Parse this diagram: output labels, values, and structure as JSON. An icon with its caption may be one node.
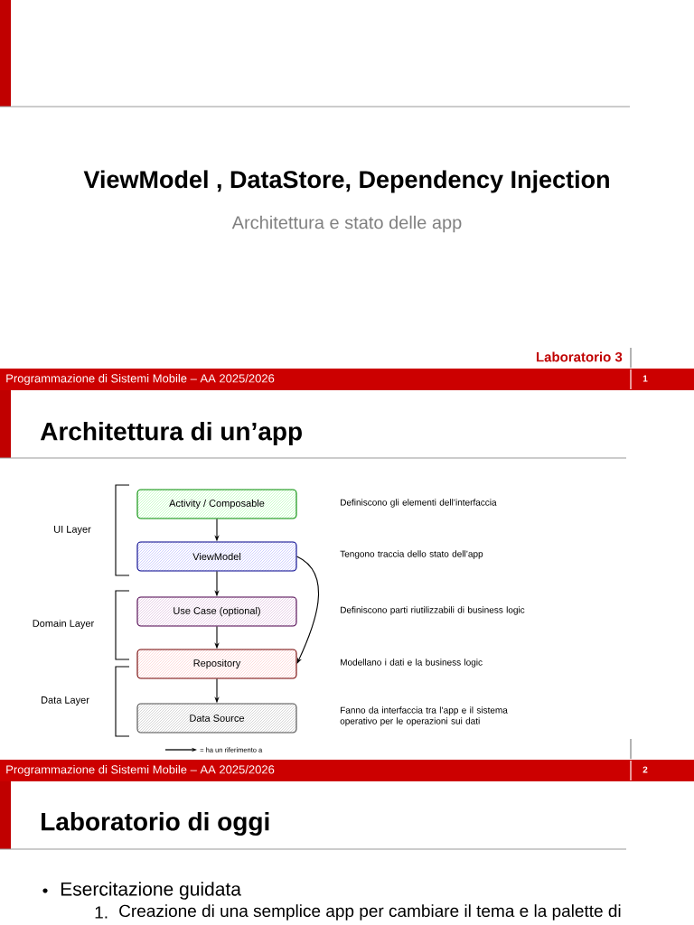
{
  "diagram": {
    "nodes": [
      {
        "text": [
          "Activity / Composable"
        ]
      },
      {
        "text": [
          "ViewModel"
        ]
      },
      {
        "text": [
          "Use Case (optional)"
        ]
      },
      {
        "text": [
          "Repository"
        ]
      },
      {
        "text": [
          "Data Source"
        ]
      }
    ],
    "edges": [
      {
        "from": 0,
        "to": 1,
        "arrow": "to"
      },
      {
        "from": 1,
        "to": 2,
        "arrow": "to"
      },
      {
        "from": 2,
        "to": 3,
        "arrow": "to"
      },
      {
        "from": 3,
        "to": 4,
        "arrow": "to"
      },
      {
        "from": 1,
        "to": 3,
        "arrow": "to"
      }
    ],
    "labels": [
      "ViewModel , DataStore, Dependency Injection",
      "Architettura e stato delle app",
      "Laboratorio 3",
      "Programmazione di Sistemi Mobile – AA 2025/2026",
      "1",
      "Architettura di un’app",
      "UI Layer",
      "Domain Layer",
      "Data Layer",
      "Definiscono gli elementi dell’interfaccia",
      "Tengono traccia dello stato dell’app",
      "Definiscono parti riutilizzabili di business logic",
      "Modellano i dati e la business logic",
      "Fanno da interfaccia tra l’app e il sistema operativo per le operazioni sui dati",
      "Programmazione di Sistemi Mobile – AA 2025/2026",
      "2",
      "Laboratorio di oggi",
      "Esercitazione guidata",
      "1.",
      "Creazione di una semplice app per cambiare il tema e la palette di"
    ],
    "legend": [
      {
        "text": "= ha un riferimento a"
      }
    ]
  }
}
